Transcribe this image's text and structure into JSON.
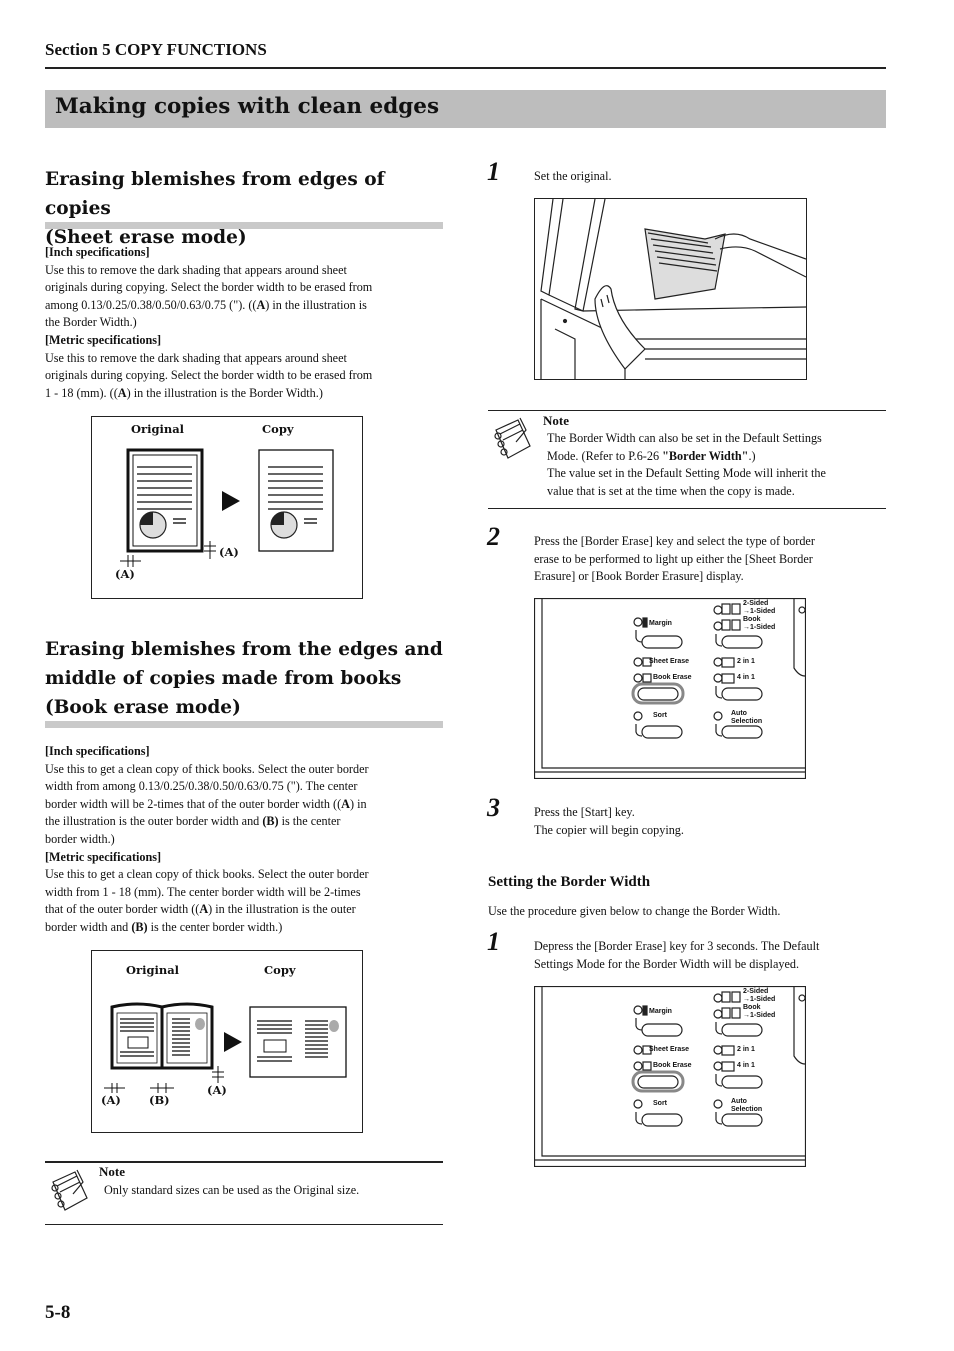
{
  "header": {
    "section": "Section 5  COPY FUNCTIONS"
  },
  "title": "Making copies with clean edges",
  "left": {
    "sheet": {
      "heading_line1": "Erasing blemishes from edges of copies",
      "heading_line2": "(Sheet erase mode)",
      "inch_label": "[Inch specifications]",
      "inch_lines": [
        "Use this to remove the dark shading that appears around sheet",
        "originals during copying. Select the border width to be erased from",
        "among 0.13/0.25/0.38/0.50/0.63/0.75 (\"). ((",
        "A",
        ") in the illustration is",
        "the Border Width.)"
      ],
      "metric_label": "[Metric specifications]",
      "metric_lines": [
        "Use this to remove the dark shading that appears around sheet",
        "originals during copying. Select the border width to be erased from",
        "1 - 18 (mm). ((",
        "A",
        ") in the illustration is the Border Width.)"
      ],
      "fig": {
        "original": "Original",
        "copy": "Copy",
        "a1": "(A)",
        "a2": "(A)"
      }
    },
    "book": {
      "heading_line1": "Erasing blemishes from the edges and",
      "heading_line2": "middle of copies made from books",
      "heading_line3": "(Book erase mode)",
      "inch_label": "[Inch specifications]",
      "inch_l1": "Use this to get a clean copy of thick books. Select the outer border",
      "inch_l2": "width from among 0.13/0.25/0.38/0.50/0.63/0.75 (\"). The center",
      "inch_l3a": "border width will be 2-times that of the outer border width ((",
      "inch_l3b": "A",
      "inch_l3c": ") in",
      "inch_l4a": "the illustration is the outer border width and ",
      "inch_l4b": "(B)",
      "inch_l4c": " is the center",
      "inch_l5": "border width.)",
      "metric_label": "[Metric specifications]",
      "metric_l1": "Use this to get a clean copy of thick books. Select the outer border",
      "metric_l2": "width from 1 - 18 (mm). The center border width will be 2-times",
      "metric_l3a": "that of the outer border width ((",
      "metric_l3b": "A",
      "metric_l3c": ") in the illustration is the outer",
      "metric_l4a": "border width and ",
      "metric_l4b": "(B)",
      "metric_l4c": " is the center border width.)",
      "fig": {
        "original": "Original",
        "copy": "Copy",
        "a1": "(A)",
        "b": "(B)",
        "a2": "(A)"
      }
    },
    "note": {
      "title": "Note",
      "text": "Only standard sizes can be used as the Original size."
    }
  },
  "right": {
    "step1": {
      "num": "1",
      "text": "Set the original."
    },
    "note": {
      "title": "Note",
      "l1": "The Border Width can also be set in the Default Settings",
      "l2a": "Mode. (Refer to P.6-26 ",
      "l2b": "\"Border Width\"",
      "l2c": ".)",
      "l3": "The value set in the Default Setting Mode will inherit the",
      "l4": "value that is set at the time when the copy is made."
    },
    "step2": {
      "num": "2",
      "l1": "Press the [Border Erase] key and select the type of border",
      "l2": "erase to be performed to light up either the [Sheet Border",
      "l3": "Erasure] or [Book Border Erasure] display."
    },
    "panel": {
      "margin": "Margin",
      "sheet_erase": "Sheet Erase",
      "book_erase": "Book Erase",
      "sort": "Sort",
      "two_sided": "2-Sided",
      "to_one_sided": "→1-Sided",
      "book": "Book",
      "book_to_one": "→1-Sided",
      "two_in_one": "2 in 1",
      "four_in_one": "4 in 1",
      "auto": "Auto",
      "selection": "Selection"
    },
    "step3": {
      "num": "3",
      "l1": "Press the [Start] key.",
      "l2": "The copier will begin copying."
    },
    "border_width": {
      "heading": "Setting the Border Width",
      "intro": "Use the procedure given below to change the Border Width.",
      "num": "1",
      "l1": "Depress the [Border Erase] key for 3 seconds. The Default",
      "l2": "Settings Mode for the Border Width will be displayed."
    }
  },
  "footer": {
    "page": "5-8"
  }
}
